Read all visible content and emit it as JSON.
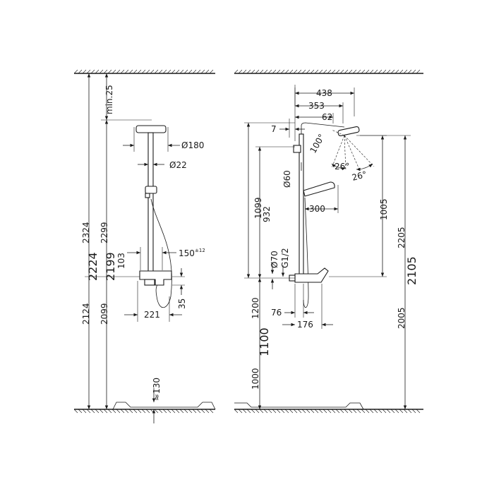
{
  "front_view": {
    "dims": {
      "min_25": "min.25",
      "d180": "Ø180",
      "d22": "Ø22",
      "h2324": "2324",
      "h2224": "2224",
      "h2124": "2124",
      "h2299": "2299",
      "h2199": "2199",
      "h2099": "2099",
      "d103": "103",
      "d150": "150",
      "d150_tol": "±12",
      "d35": "35",
      "d221": "221",
      "tray_130": "≈130"
    }
  },
  "side_view": {
    "dims": {
      "d438": "438",
      "d353": "353",
      "d62": "62",
      "d7": "7",
      "ang100": "100°",
      "ang26a": "26°",
      "ang26b": "26°",
      "d60": "Ø60",
      "d300": "300",
      "h1099": "1099",
      "h932": "932",
      "d70": "Ø70",
      "g12": "G1/2",
      "h1005": "1005",
      "h2205": "2205",
      "h2105": "2105",
      "h2005": "2005",
      "h1200": "1200",
      "h1100": "1100",
      "h1000": "1000",
      "d76": "76",
      "d176": "176"
    }
  }
}
